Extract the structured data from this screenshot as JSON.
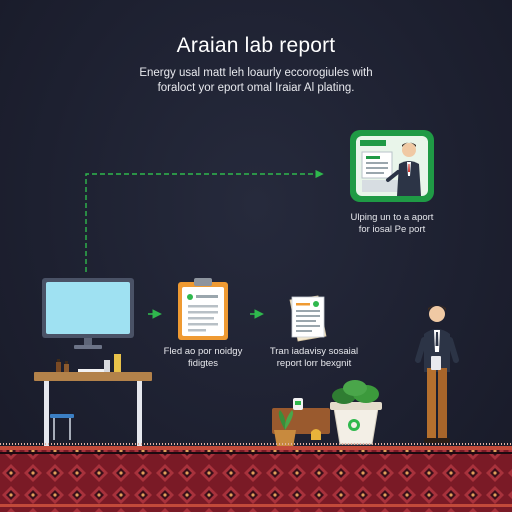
{
  "header": {
    "title": "Araian lab report",
    "subtitle_line1": "Energy usal matt leh loaurly eccorogiules with",
    "subtitle_line2": "foraloct yor eport omal Iraiar Al plating."
  },
  "steps": {
    "upload_caption_line1": "Ulping un to a aport",
    "upload_caption_line2": "for iosal Pe port",
    "checklist_caption_line1": "Fled ao por noidgy",
    "checklist_caption_line2": "fidigtes",
    "report_caption_line1": "Tran iadavisy sosaial",
    "report_caption_line2": "report lorr bexgnit"
  },
  "colors": {
    "background": "#1f2131",
    "arrow": "#2fb84d",
    "monitor_screen": "#9fe1f2",
    "desk": "#b3824a",
    "rug": "#8c1f2b"
  }
}
